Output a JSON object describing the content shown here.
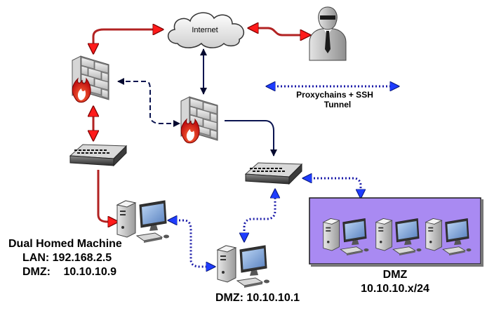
{
  "nodes": {
    "internet": {
      "label": "Internet",
      "icon": "cloud-icon"
    },
    "attacker": {
      "icon": "attacker-person-icon"
    },
    "firewall_left": {
      "icon": "firewall-icon"
    },
    "firewall_center": {
      "icon": "firewall-icon"
    },
    "switch_left": {
      "icon": "network-switch-icon"
    },
    "switch_right": {
      "icon": "network-switch-icon"
    },
    "dual_homed": {
      "icon": "workstation-icon",
      "title": "Dual Homed Machine",
      "lan_line": "LAN: 192.168.2.5",
      "dmz_prefix": "DMZ:",
      "dmz_ip": "10.10.10.9"
    },
    "dmz_host": {
      "icon": "workstation-icon",
      "label": "DMZ: 10.10.10.1"
    },
    "dmz_zone": {
      "title": "DMZ",
      "subnet": "10.10.10.x/24",
      "fill": "#a98af2",
      "hosts": [
        "workstation-icon",
        "workstation-icon",
        "workstation-icon"
      ]
    }
  },
  "legend": {
    "line1": "Proxychains + SSH",
    "line2": "Tunnel",
    "color": "#1a1aa8"
  },
  "colors": {
    "physical_link": "#b22222",
    "arrow_red": "#ff1a1a",
    "tunnel_arrow": "#1e3cff",
    "logical_link": "#0a1450"
  }
}
